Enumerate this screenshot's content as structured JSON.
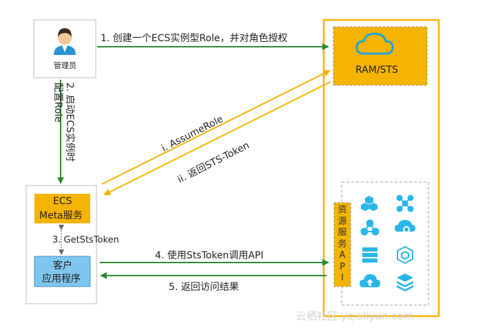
{
  "user": {
    "label": "管理员"
  },
  "ramsts": {
    "label": "RAM/STS"
  },
  "ecs_meta": {
    "line1": "ECS",
    "line2": "Meta服务"
  },
  "client": {
    "line1": "客户",
    "line2": "应用程序"
  },
  "resource_api": {
    "chars": [
      "资",
      "源",
      "服",
      "务",
      "A",
      "P",
      "I"
    ]
  },
  "steps": {
    "s1": "1. 创建一个ECS实例型Role，并对角色授权",
    "s2a": "2. 启动ECS实例时",
    "s2b": "配置Role",
    "si": "i. AssumeRole",
    "sii": "ii. 返回STS-Token",
    "s3": "3. GetStsToken",
    "s4": "4. 使用StsToken调用API",
    "s5": "5. 返回访问结果"
  },
  "watermark": "云栖社区 yq.aliyun.com",
  "colors": {
    "green": "#2e8b2e",
    "orange": "#f5b400",
    "box_fill": "#f5b400",
    "client_fill": "#7fc6ee",
    "icon_blue": "#29b6e8",
    "gray_border": "#c8c8c8"
  },
  "icons": [
    "hexagon-cluster-icon",
    "network-nodes-icon",
    "tree-nodes-icon",
    "cloud-cluster-icon",
    "server-stack-icon",
    "cube-grid-icon",
    "cloud-upload-icon",
    "layers-stack-icon"
  ]
}
